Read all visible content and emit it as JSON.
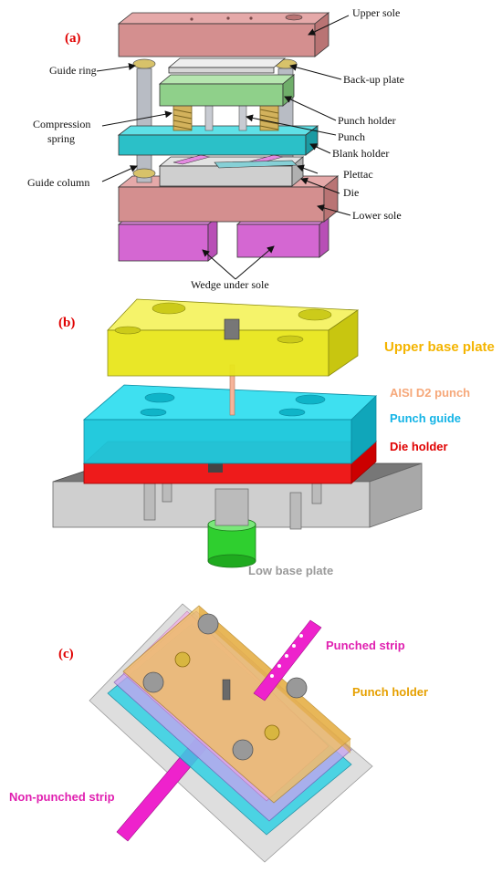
{
  "panels": [
    {
      "tag": "(a)",
      "labels": [
        {
          "text": "Upper sole"
        },
        {
          "text": "Guide ring"
        },
        {
          "text": "Back-up plate"
        },
        {
          "text": "Compression"
        },
        {
          "text": "spring"
        },
        {
          "text": "Punch holder"
        },
        {
          "text": "Punch"
        },
        {
          "text": "Blank holder"
        },
        {
          "text": "Guide column"
        },
        {
          "text": "Plettac"
        },
        {
          "text": "Die"
        },
        {
          "text": "Lower sole"
        },
        {
          "text": "Wedge under sole"
        }
      ]
    },
    {
      "tag": "(b)",
      "labels": [
        {
          "text": "Upper base plate",
          "color": "#f4b400"
        },
        {
          "text": "AISI D2 punch",
          "color": "#f6a87a"
        },
        {
          "text": "Punch guide",
          "color": "#14b4e6"
        },
        {
          "text": "Die holder",
          "color": "#e00000"
        },
        {
          "text": "Low base plate",
          "color": "#9a9a9a"
        }
      ]
    },
    {
      "tag": "(c)",
      "labels": [
        {
          "text": "Punched strip",
          "color": "#e020b0"
        },
        {
          "text": "Punch holder",
          "color": "#e6a000"
        },
        {
          "text": "Non-punched strip",
          "color": "#e020b0"
        }
      ]
    }
  ]
}
